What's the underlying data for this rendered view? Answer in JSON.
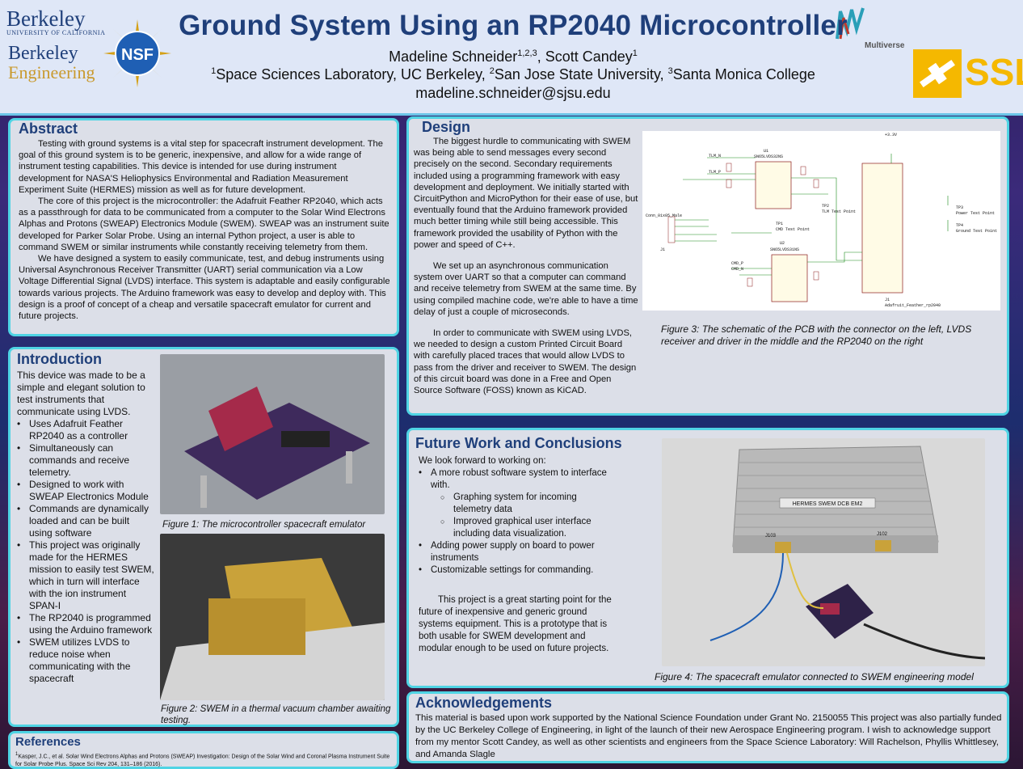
{
  "header": {
    "title": "Ground System Using an RP2040 Microcontroller",
    "authors": {
      "a1": "Madeline Schneider",
      "a1_sup": "1,2,3",
      "sep": ", ",
      "a2": "Scott Candey",
      "a2_sup": "1"
    },
    "affil": {
      "s1": "1",
      "t1": "Space Sciences Laboratory, UC Berkeley, ",
      "s2": "2",
      "t2": "San Jose State University, ",
      "s3": "3",
      "t3": "Santa Monica College"
    },
    "email": "madeline.schneider@sjsu.edu",
    "logos": {
      "berkeley": "Berkeley",
      "berkeley_sub": "UNIVERSITY OF CALIFORNIA",
      "eng_1": "Berkeley",
      "eng_2": "Engineering",
      "nsf": "NSF",
      "multiverse": "Multiverse",
      "ssl": "SSL"
    }
  },
  "abstract": {
    "title": "Abstract",
    "p1": "Testing with ground systems is a vital step for spacecraft instrument development. The goal of this ground system is to be generic, inexpensive, and allow for a wide range of instrument testing capabilities. This device is intended for use during instrument development for NASA'S Heliophysics Environmental and Radiation Measurement Experiment Suite (HERMES) mission as well as for future development.",
    "p2": "The core of this project is the microcontroller: the Adafruit Feather RP2040, which acts as a passthrough for data to be communicated from a computer to the Solar Wind Electrons Alphas and Protons (SWEAP) Electronics Module (SWEM). SWEAP was an instrument suite developed for Parker Solar Probe. Using an internal Python project, a user is able to command SWEM or similar instruments while constantly receiving telemetry from them.",
    "p3": "We have designed a system to easily communicate, test, and debug instruments using Universal Asynchronous Receiver Transmitter (UART) serial communication via a Low Voltage Differential Signal (LVDS) interface. This system is adaptable and easily configurable towards various projects. The Arduino framework was easy to develop and deploy with. This design is a proof of concept of a cheap and versatile spacecraft emulator for current and future projects."
  },
  "introduction": {
    "title": "Introduction",
    "lead": "This device was made to be a simple and elegant solution to test instruments that communicate using LVDS.",
    "bullets": [
      "Uses Adafruit Feather RP2040 as a controller",
      "Simultaneously can commands and receive telemetry.",
      "Designed to work with SWEAP Electronics Module",
      "Commands are dynamically loaded and can be built using software",
      "This project was originally made for the HERMES mission to easily test SWEM, which in turn will interface with the ion instrument SPAN-I",
      "The RP2040 is programmed using the Arduino framework",
      "SWEM utilizes LVDS to reduce noise when communicating with the spacecraft"
    ],
    "fig1": "Figure 1: The microcontroller spacecraft emulator",
    "fig2": "Figure 2: SWEM in a thermal vacuum chamber awaiting testing."
  },
  "references": {
    "title": "References",
    "ref1_sup": "1",
    "ref1": "Kasper, J.C., et al. Solar Wind Electrons Alphas and Protons (SWEAP) Investigation: Design of the Solar Wind and Coronal Plasma Instrument Suite for Solar Probe Plus. Space Sci Rev 204, 131–186 (2016)."
  },
  "design": {
    "title": "Design",
    "p1": "The biggest hurdle to communicating with SWEM was being able to send messages every second precisely on the second. Secondary requirements included using a programming framework with easy development and deployment. We initially started with CircuitPython and MicroPython for their ease of use, but eventually found that the Arduino framework provided much better timing while still being accessible. This framework provided the usability of Python with the power and speed of C++.",
    "p2": "We set up an asynchronous communication system over UART so that a computer can command and receive telemetry from SWEM at the same time. By using compiled machine code, we're able to have a time delay of just a couple of microseconds.",
    "p3": "In order to communicate with SWEM using LVDS, we needed to design a custom Printed Circuit Board with carefully placed traces that would allow LVDS to pass from the driver and receiver to SWEM. The design of this circuit board was done in a Free and Open Source Software (FOSS) known as KiCAD.",
    "fig3": "Figure 3: The schematic of the PCB with the connector on the left, LVDS receiver and driver in the middle and the RP2040 on the right",
    "schematic": {
      "u1": "U1",
      "u1_part": "SN65LVDS32NS",
      "u2": "U2",
      "u2_part": "SN65LVDS31NS",
      "j1": "J1",
      "j1_part": "Adafruit_Feather_rp2040",
      "conn": "Conn_01x05_Male",
      "conn_ref": "J1",
      "tlm_n": "TLM_N",
      "tlm_p": "TLM_P",
      "cmd_p": "CMD_P",
      "cmd_n": "CMD_N",
      "v33": "+3.3V",
      "tp1": "TP1",
      "tp1_lbl": "CMD Test Point",
      "tp2": "TP2",
      "tp2_lbl": "TLM Test Point",
      "tp3": "TP3",
      "tp3_lbl": "Power Test Point",
      "tp4": "TP4",
      "tp4_lbl": "Ground Test Point"
    }
  },
  "future": {
    "title": "Future Work and Conclusions",
    "lead": "We look forward to working on:",
    "b1": "A more robust software system to interface with.",
    "sub": [
      "Graphing system for incoming telemetry data",
      "Improved graphical user interface including data visualization."
    ],
    "b2": "Adding power supply on board to power instruments",
    "b3": "Customizable settings for commanding.",
    "conclusion": "This project is a great starting point for the future of inexpensive and generic ground systems equipment. This is a prototype that is both usable for SWEM development and modular enough to be used on future projects.",
    "fig4": "Figure 4: The spacecraft emulator connected to SWEM engineering model",
    "label": "HERMES SWEM DCB EM2",
    "j103": "J103",
    "j102": "J102"
  },
  "ack": {
    "title": "Acknowledgements",
    "text": "This material is based upon work supported by the National Science Foundation under Grant No. 2150055 This project was also partially funded by the UC Berkeley College of Engineering, in light of the launch of their new Aerospace Engineering program. I wish to acknowledge support from my mentor Scott Candey, as well as other scientists and engineers from the Space Science Laboratory: Will Rachelson, Phyllis Whittlesey, and Amanda Slagle"
  }
}
